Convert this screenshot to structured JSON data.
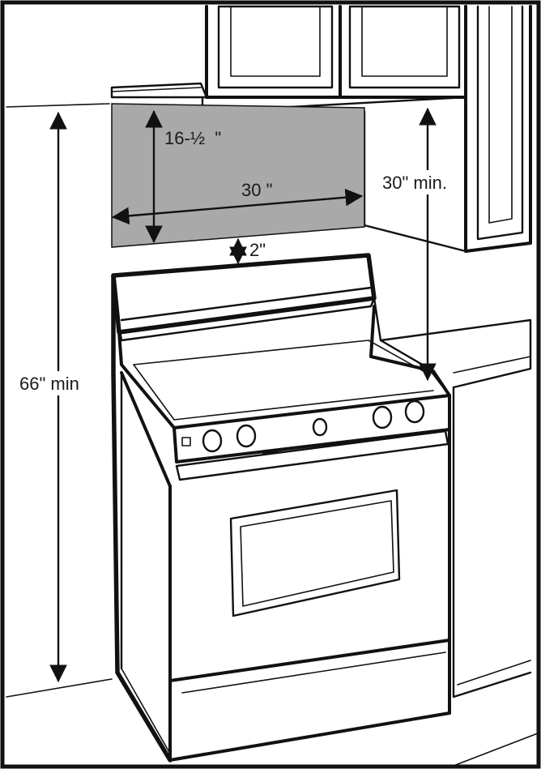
{
  "dimensions": {
    "overall_height": "66\" min",
    "hood_clearance": "30\" min.",
    "hood_height": "16-½  \"",
    "hood_width": "30 \"",
    "gap_above_range": "2\""
  },
  "colors": {
    "hood_zone_fill": "#a9a9a9",
    "line": "#111111",
    "background": "#ffffff"
  }
}
